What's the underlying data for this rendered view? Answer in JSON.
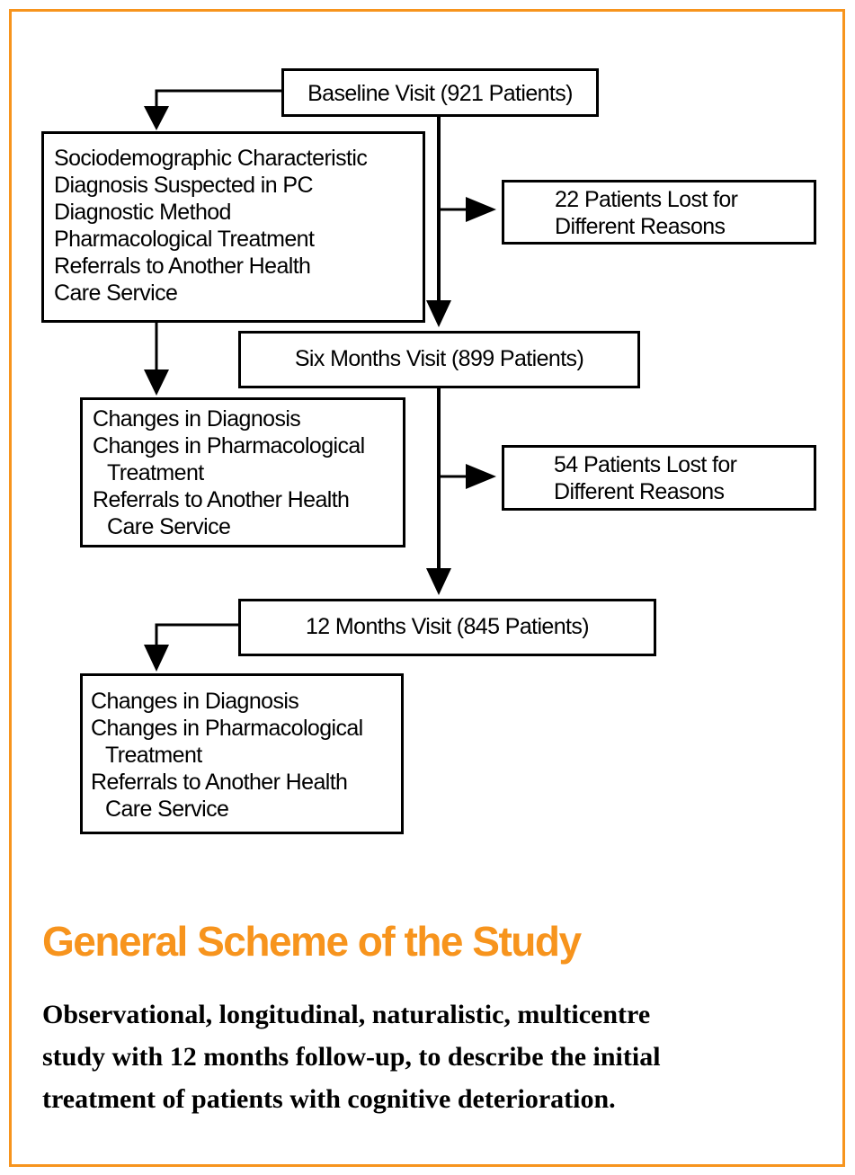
{
  "boxes": {
    "baseline": "Baseline Visit (921 Patients)",
    "baseline_details": [
      "Sociodemographic Characteristic",
      "Diagnosis Suspected in PC",
      "Diagnostic Method",
      "Pharmacological Treatment",
      "Referrals to Another Health",
      "Care Service"
    ],
    "lost_first": [
      "22 Patients Lost for",
      "Different Reasons"
    ],
    "six_months": "Six Months Visit (899 Patients)",
    "six_months_details": [
      "Changes in Diagnosis",
      "Changes in Pharmacological",
      "Treatment",
      "Referrals to Another Health",
      "Care Service"
    ],
    "lost_second": [
      "54 Patients Lost for",
      "Different Reasons"
    ],
    "twelve_months": "12 Months Visit (845 Patients)",
    "twelve_months_details": [
      "Changes in Diagnosis",
      "Changes in Pharmacological",
      "Treatment",
      "Referrals to Another Health",
      "Care Service"
    ]
  },
  "title": "General Scheme of the Study",
  "description": [
    "Observational, longitudinal, naturalistic, multicentre",
    "study with 12 months follow-up, to describe the initial",
    "treatment of patients with cognitive deterioration."
  ],
  "colors": {
    "accent": "#f7941d",
    "lines": "#000000"
  }
}
